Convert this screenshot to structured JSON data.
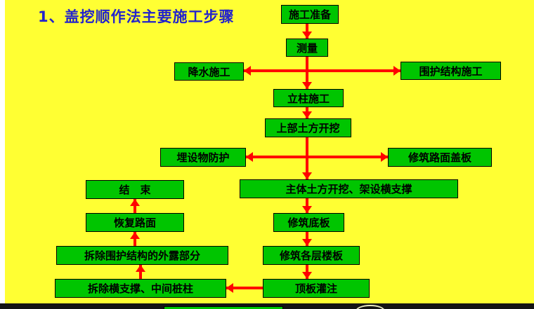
{
  "colors": {
    "background": "#FFFF33",
    "box-fill": "#00C500",
    "box-border": "#000000",
    "box-text": "#000000",
    "arrow": "#FF0000",
    "title": "#2323CC",
    "edge-strip": "#141414"
  },
  "title": "1、盖挖顺作法主要施工步骤",
  "nodes": [
    {
      "id": "construction-preparation",
      "label": "施工准备"
    },
    {
      "id": "survey",
      "label": "测量"
    },
    {
      "id": "dewatering",
      "label": "降水施工"
    },
    {
      "id": "retaining-structure",
      "label": "围护结构施工"
    },
    {
      "id": "column-construction",
      "label": "立柱施工"
    },
    {
      "id": "upper-excavation",
      "label": "上部土方开挖"
    },
    {
      "id": "buried-utilities-protection",
      "label": "埋设物防护"
    },
    {
      "id": "road-cover-plate",
      "label": "修筑路面盖板"
    },
    {
      "id": "main-excavation-bracing",
      "label": "主体土方开挖、架设横支撑"
    },
    {
      "id": "base-slab",
      "label": "修筑底板"
    },
    {
      "id": "floor-slabs",
      "label": "修筑各层楼板"
    },
    {
      "id": "top-slab-pouring",
      "label": "顶板灌注"
    },
    {
      "id": "remove-bracing-piles",
      "label": "拆除横支撑、中间桩柱"
    },
    {
      "id": "remove-exposed-retaining",
      "label": "拆除围护结构的外露部分"
    },
    {
      "id": "restore-road",
      "label": "恢复路面"
    },
    {
      "id": "end",
      "label": "结　束"
    }
  ],
  "edges": [
    {
      "from": "construction-preparation",
      "to": "survey"
    },
    {
      "from": "survey",
      "to": "dewatering"
    },
    {
      "from": "survey",
      "to": "retaining-structure"
    },
    {
      "from": "survey",
      "to": "column-construction"
    },
    {
      "from": "column-construction",
      "to": "upper-excavation"
    },
    {
      "from": "upper-excavation",
      "to": "buried-utilities-protection"
    },
    {
      "from": "upper-excavation",
      "to": "road-cover-plate"
    },
    {
      "from": "upper-excavation",
      "to": "main-excavation-bracing"
    },
    {
      "from": "main-excavation-bracing",
      "to": "base-slab"
    },
    {
      "from": "base-slab",
      "to": "floor-slabs"
    },
    {
      "from": "floor-slabs",
      "to": "top-slab-pouring"
    },
    {
      "from": "top-slab-pouring",
      "to": "remove-bracing-piles"
    },
    {
      "from": "remove-bracing-piles",
      "to": "remove-exposed-retaining"
    },
    {
      "from": "remove-exposed-retaining",
      "to": "restore-road"
    },
    {
      "from": "restore-road",
      "to": "end"
    }
  ]
}
